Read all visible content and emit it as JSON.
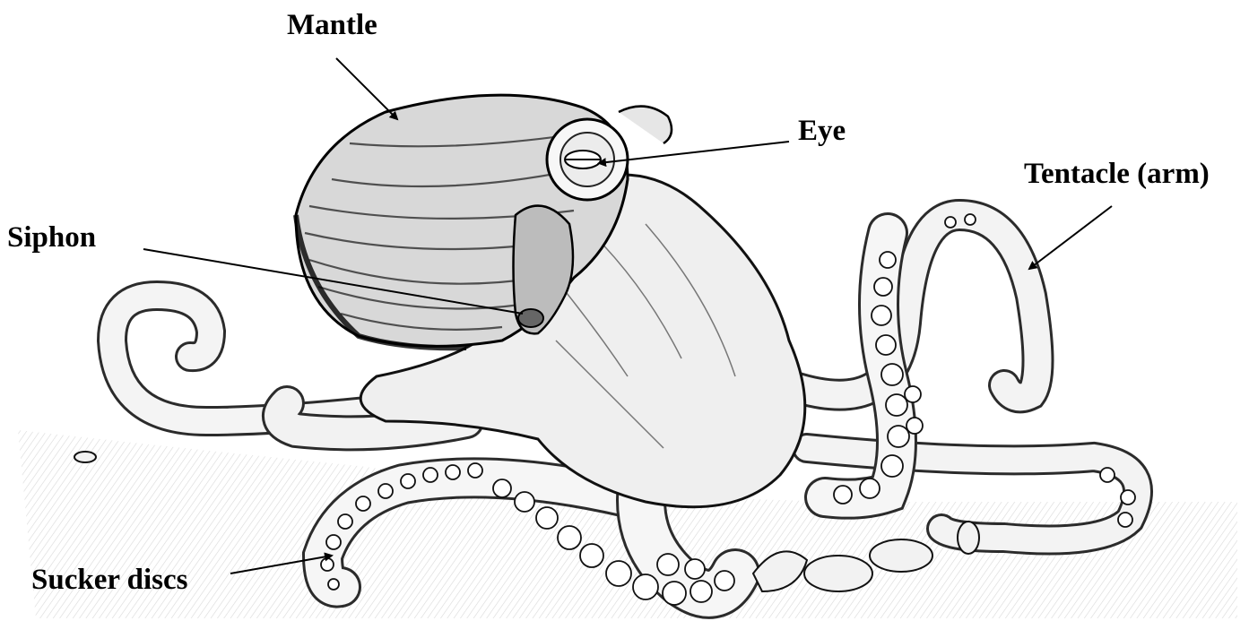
{
  "labels": {
    "mantle": "Mantle",
    "eye": "Eye",
    "tentacle": "Tentacle (arm)",
    "siphon": "Siphon",
    "sucker_discs": "Sucker discs"
  },
  "colors": {
    "ink": "#000000",
    "paper": "#ffffff",
    "shade": "#555555"
  }
}
